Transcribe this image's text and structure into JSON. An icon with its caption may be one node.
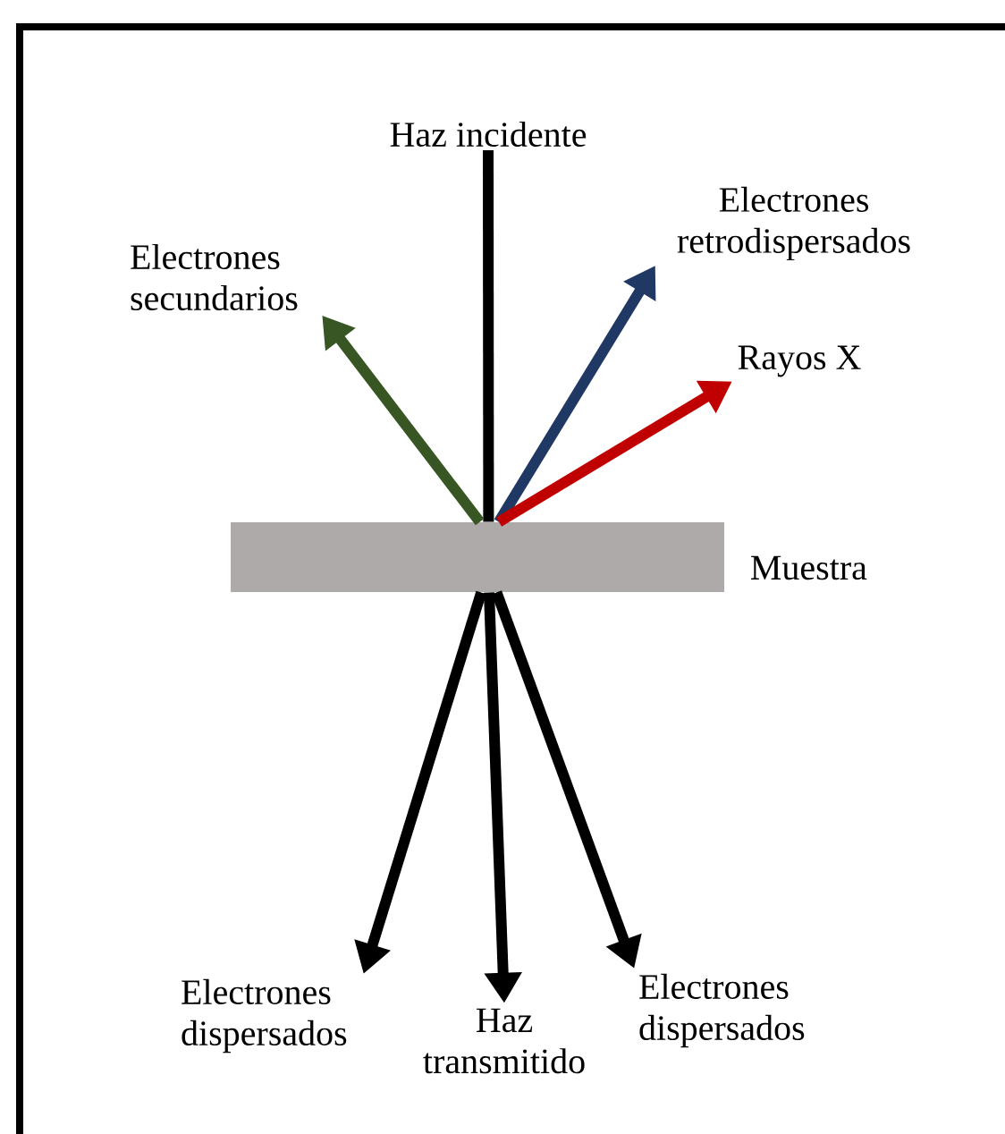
{
  "diagram": {
    "nodes": [
      {
        "text": [
          "Haz incidente"
        ]
      },
      {
        "text": [
          "Electrones secundarios"
        ]
      },
      {
        "text": [
          "Electrones retrodispersados"
        ]
      },
      {
        "text": [
          "Rayos X"
        ]
      },
      {
        "text": [],
        "shape": "bar",
        "beside": [
          "Muestra"
        ]
      },
      {
        "text": [
          "Electrones dispersados"
        ]
      },
      {
        "text": [
          "Haz transmitido"
        ]
      },
      {
        "text": [
          "Electrones dispersados"
        ]
      }
    ],
    "edges": [
      {
        "from": 0,
        "to": 4,
        "arrow": "none"
      },
      {
        "from": 4,
        "to": 1,
        "arrow": "to",
        "color": "#375623"
      },
      {
        "from": 4,
        "to": 2,
        "arrow": "to",
        "color": "#1f3864"
      },
      {
        "from": 4,
        "to": 3,
        "arrow": "to",
        "color": "#c00000"
      },
      {
        "from": 4,
        "to": 5,
        "arrow": "to"
      },
      {
        "from": 4,
        "to": 6,
        "arrow": "to"
      },
      {
        "from": 4,
        "to": 7,
        "arrow": "to"
      }
    ]
  }
}
